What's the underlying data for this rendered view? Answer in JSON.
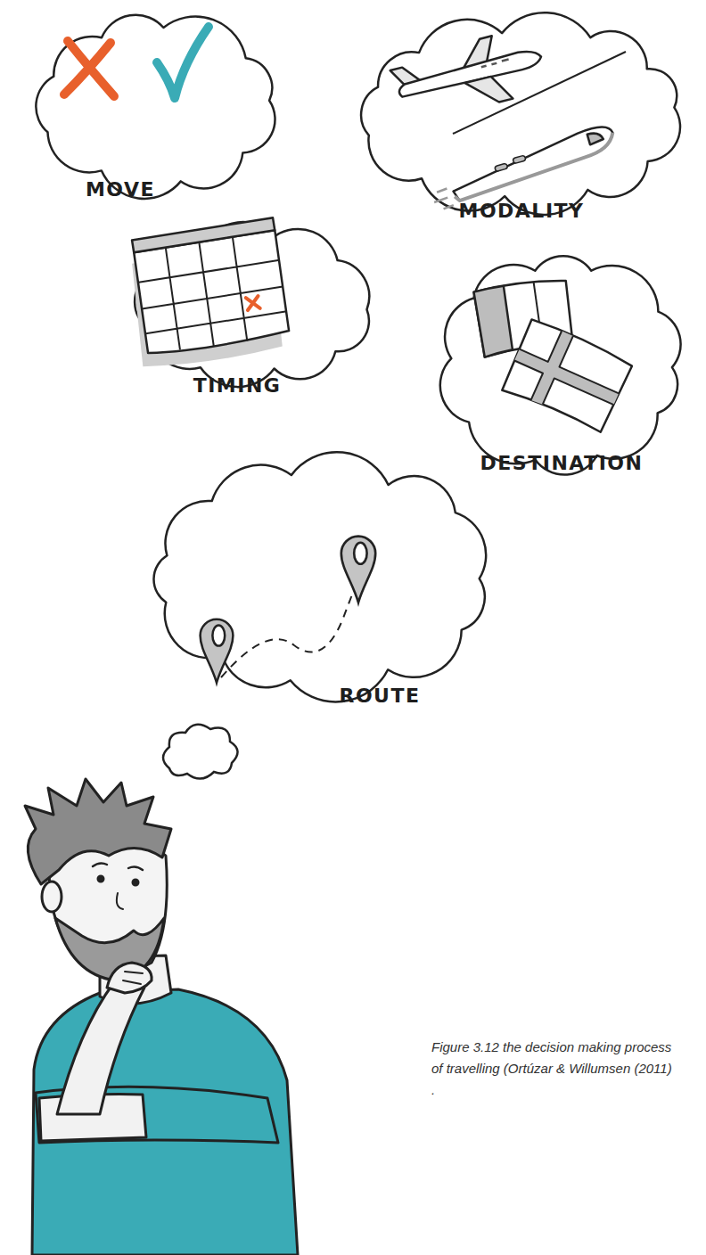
{
  "diagram": {
    "caption": "Figure 3.12 the decision making process of travelling (Ortúzar & Willumsen (2011) .",
    "nodes": [
      {
        "text": [
          "MOVE"
        ]
      },
      {
        "text": [
          "MODALITY"
        ]
      },
      {
        "text": [
          "TIMING"
        ]
      },
      {
        "text": [
          "DESTINATION"
        ]
      },
      {
        "text": [
          "ROUTE"
        ]
      }
    ]
  }
}
